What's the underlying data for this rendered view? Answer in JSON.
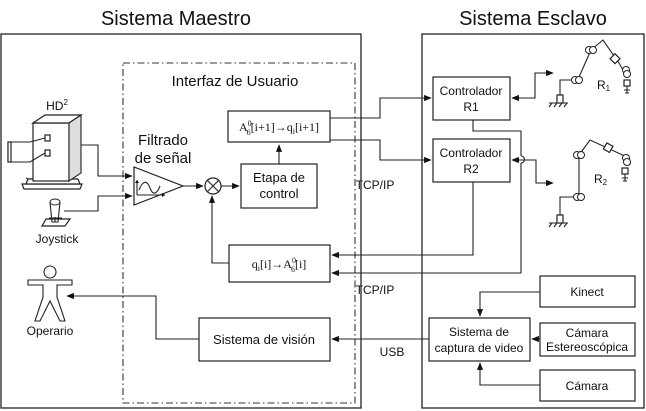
{
  "master": {
    "title": "Sistema Maestro",
    "interface_title": "Interfaz de Usuario",
    "haptic_device": "HD",
    "haptic_sup": "2",
    "joystick": "Joystick",
    "operator": "Operario",
    "filter_line1": "Filtrado",
    "filter_line2": "de señal",
    "ik_block": {
      "a": "A",
      "sup": "0",
      "sub": "6",
      "rest": "[i+1]→q",
      "sub2": "i",
      "end": "[i+1]"
    },
    "control_line1": "Etapa de",
    "control_line2": "control",
    "fk_block": {
      "q": "q",
      "sub": "i",
      "mid": "[i]→A",
      "sup": "0",
      "sub2": "6",
      "end": "[i]"
    },
    "vision_block": "Sistema de visión"
  },
  "slave": {
    "title": "Sistema Esclavo",
    "controller1_line1": "Controlador",
    "controller1_line2": "R1",
    "controller2_line1": "Controlador",
    "controller2_line2": "R2",
    "robot1": "R",
    "robot1_sub": "1",
    "robot2": "R",
    "robot2_sub": "2",
    "capture_line1": "Sistema de",
    "capture_line2": "captura de video",
    "kinect": "Kinect",
    "stereo_line1": "Cámara",
    "stereo_line2": "Estereoscópica",
    "camera": "Cámara"
  },
  "links": {
    "tcp_top": "TCP/IP",
    "tcp_bottom": "TCP/IP",
    "usb": "USB"
  }
}
